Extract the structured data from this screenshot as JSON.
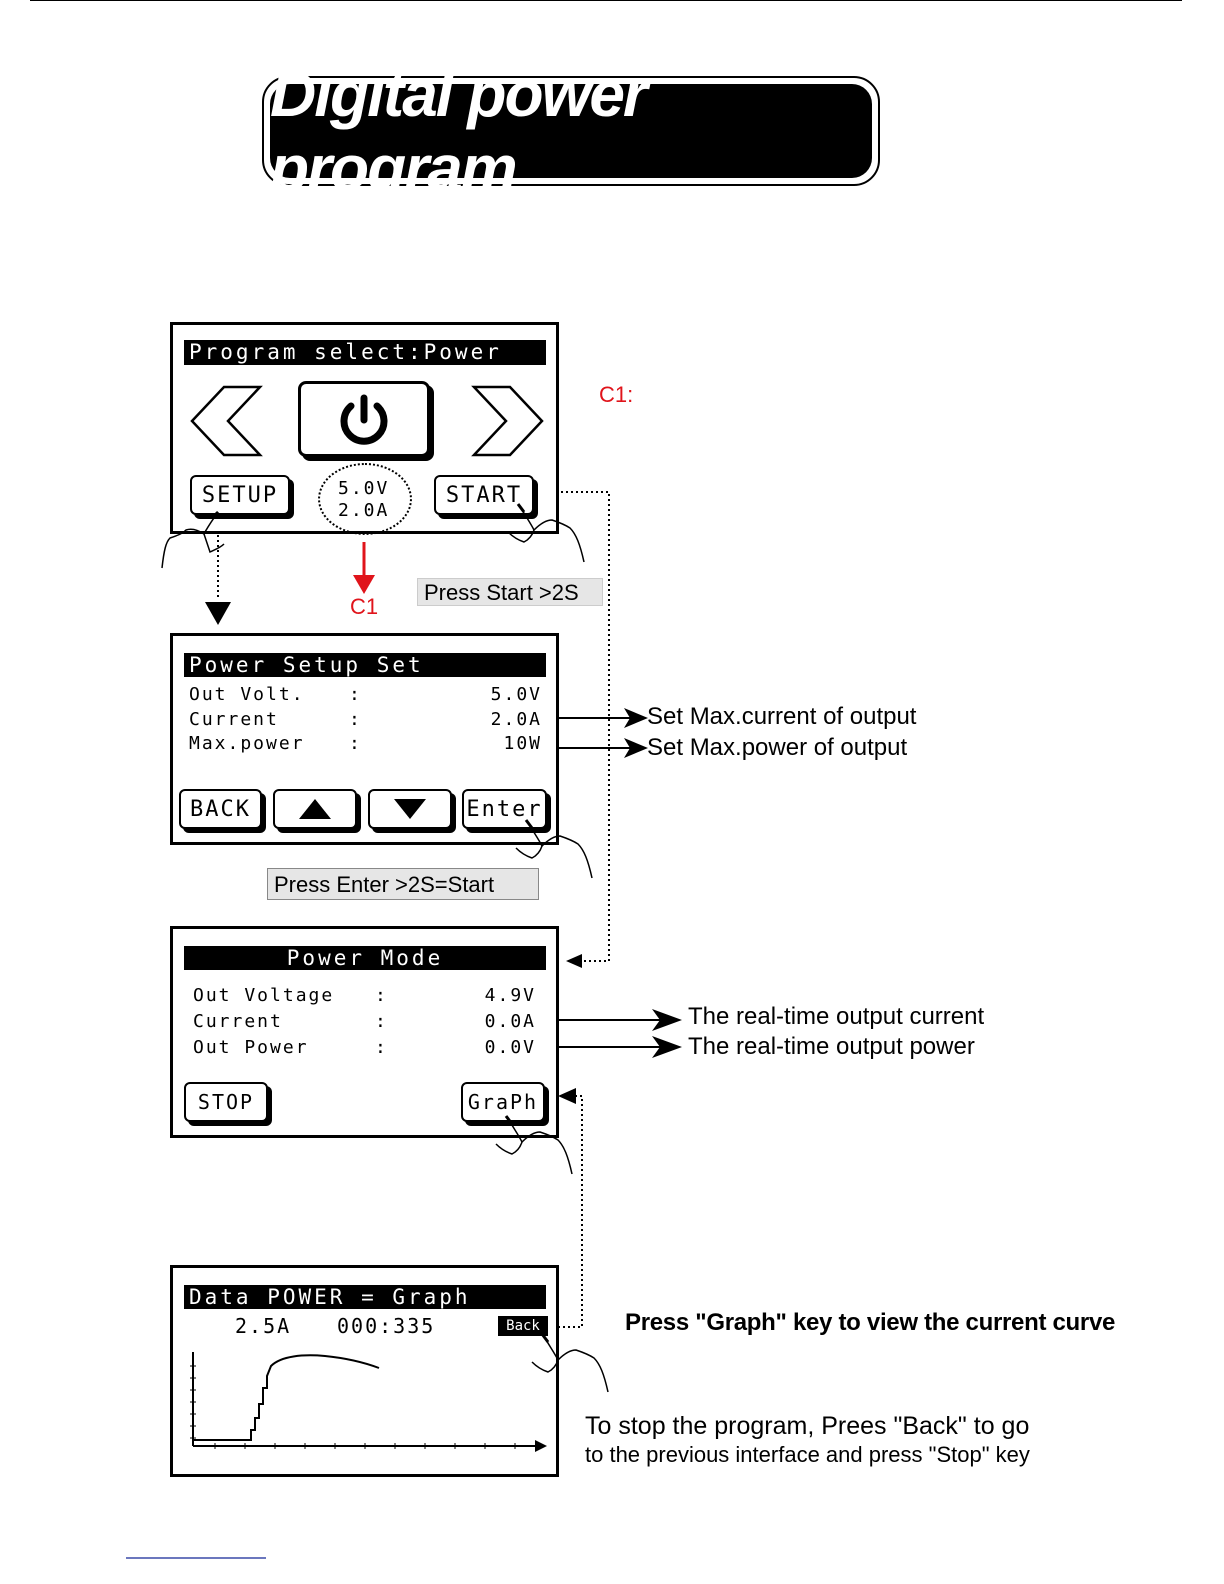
{
  "title": "Digital power program",
  "screen1": {
    "header": "Program select:Power",
    "setup_label": "SETUP",
    "start_label": "START",
    "voltage": "5.0V",
    "current": "2.0A"
  },
  "c1_marker": "C1",
  "c1_label": "C1:",
  "press_start_hint": "Press Start >2S",
  "screen2": {
    "header": "Power Setup Set",
    "rows": [
      {
        "label": "Out Volt.",
        "sep": ":",
        "value": "5.0V"
      },
      {
        "label": "Current",
        "sep": ":",
        "value": "2.0A"
      },
      {
        "label": "Max.power",
        "sep": ":",
        "value": "10W"
      }
    ],
    "back_label": "BACK",
    "enter_label": "Enter"
  },
  "press_enter_hint": "Press Enter >2S=Start",
  "callouts": {
    "max_current": "Set Max.current of output",
    "max_power": "Set Max.power of output",
    "rt_current": "The real-time output current",
    "rt_power": "The real-time output power"
  },
  "screen3": {
    "header": "Power Mode",
    "rows": [
      {
        "label": "Out Voltage",
        "sep": ":",
        "value": "4.9V"
      },
      {
        "label": "Current",
        "sep": ":",
        "value": "0.0A"
      },
      {
        "label": "Out Power",
        "sep": ":",
        "value": "0.0V"
      }
    ],
    "stop_label": "STOP",
    "graph_label": "GraPh"
  },
  "screen4": {
    "header": "Data POWER = Graph",
    "current": "2.5A",
    "time": "000:335",
    "back_label": "Back"
  },
  "graph_note": "Press \"Graph\" key to view the current curve",
  "stop_note_line1": "To stop the program, Prees \"Back\" to go",
  "stop_note_line2": "to the previous interface and press \"Stop\" key",
  "colors": {
    "accent_red": "#e0141b",
    "lcd_black": "#000000"
  }
}
